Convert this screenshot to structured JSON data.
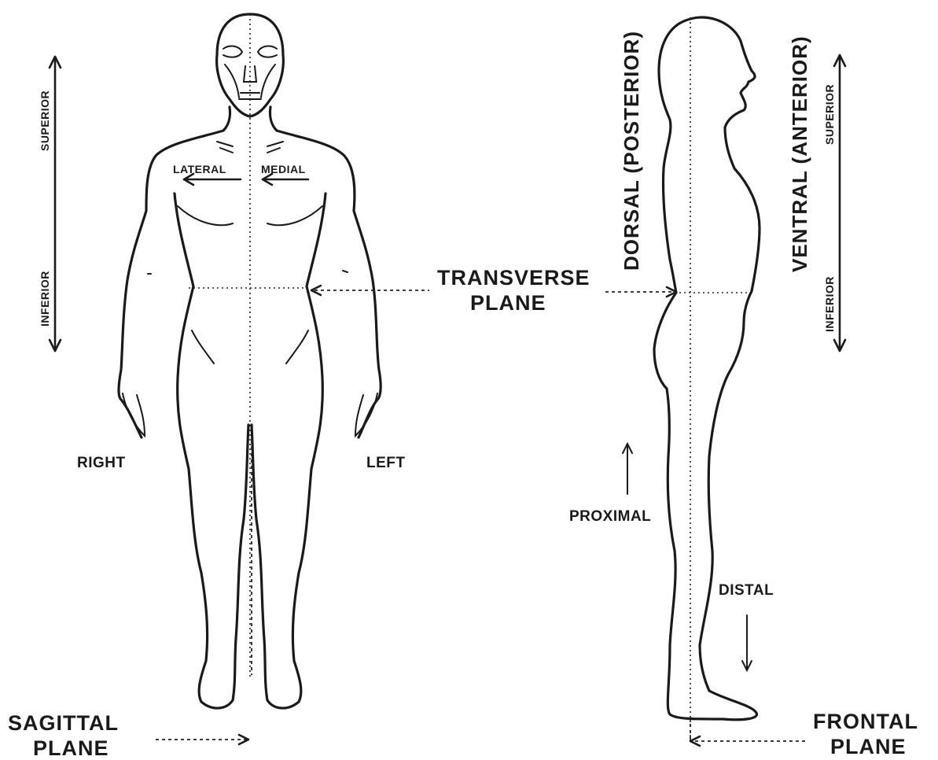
{
  "labels": {
    "superior": "SUPERIOR",
    "inferior": "INFERIOR",
    "lateral": "LATERAL",
    "medial": "MEDIAL",
    "right": "RIGHT",
    "left": "LEFT",
    "transverse_line1": "TRANSVERSE",
    "transverse_line2": "PLANE",
    "sagittal_line1": "SAGITTAL",
    "sagittal_line2": "PLANE",
    "dorsal": "DORSAL (POSTERIOR)",
    "ventral": "VENTRAL (ANTERIOR)",
    "proximal": "PROXIMAL",
    "distal": "DISTAL",
    "frontal_line1": "FRONTAL",
    "frontal_line2": "PLANE"
  },
  "colors": {
    "ink": "#1a1a1a",
    "paper": "#ffffff"
  }
}
